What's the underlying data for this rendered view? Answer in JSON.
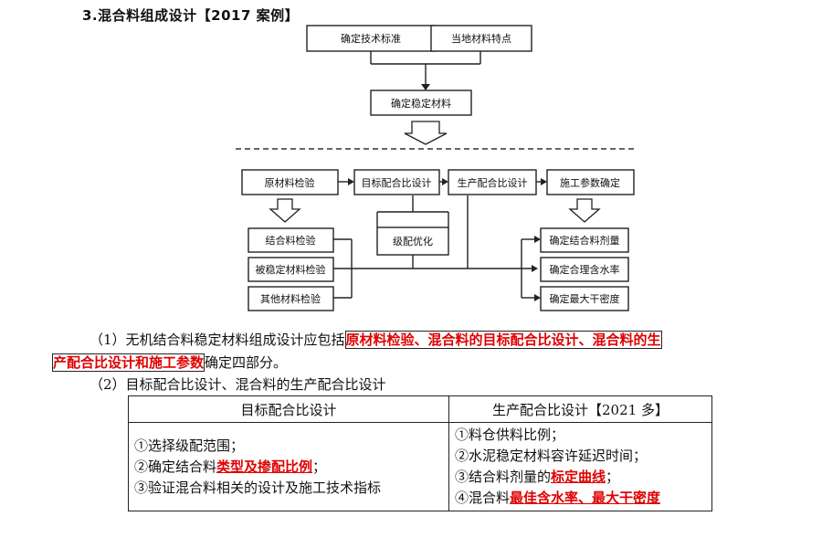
{
  "heading": "3.混合料组成设计【2017 案例】",
  "flow": {
    "top_left": "确定技术标准",
    "top_right": "当地材料特点",
    "stable": "确定稳定材料",
    "step1": "原材料检验",
    "step2": "目标配合比设计",
    "step3": "生产配合比设计",
    "step4": "施工参数确定",
    "sub1": "结合料检验",
    "sub2": "被稳定材料检验",
    "sub3": "其他材料检验",
    "grading": "级配优化",
    "out1": "确定结合料剂量",
    "out2": "确定合理含水率",
    "out3": "确定最大干密度"
  },
  "para1": {
    "pre": "（1）无机结合料稳定材料组成设计应包括",
    "hl_a": "原材料检验、混合料的目标配合比设计、混合料的生",
    "hl_b": "产配合比设计和施工参数",
    "post": "确定四部分。"
  },
  "para2": "（2）目标配合比设计、混合料的生产配合比设计",
  "table": {
    "head_left": "目标配合比设计",
    "head_right": "生产配合比设计【2021 多】",
    "left": {
      "l1": "①选择级配范围；",
      "l2_pre": "②确定结合料",
      "l2_hl": "类型及掺配比例",
      "l2_post": "；",
      "l3": "③验证混合料相关的设计及施工技术指标"
    },
    "right": {
      "r1": "①料仓供料比例；",
      "r2": "②水泥稳定材料容许延迟时间；",
      "r3_pre": "③结合料剂量的",
      "r3_hl": "标定曲线",
      "r3_post": "；",
      "r4_pre": "④混合料",
      "r4_hl": "最佳含水率、最大干密度"
    }
  }
}
